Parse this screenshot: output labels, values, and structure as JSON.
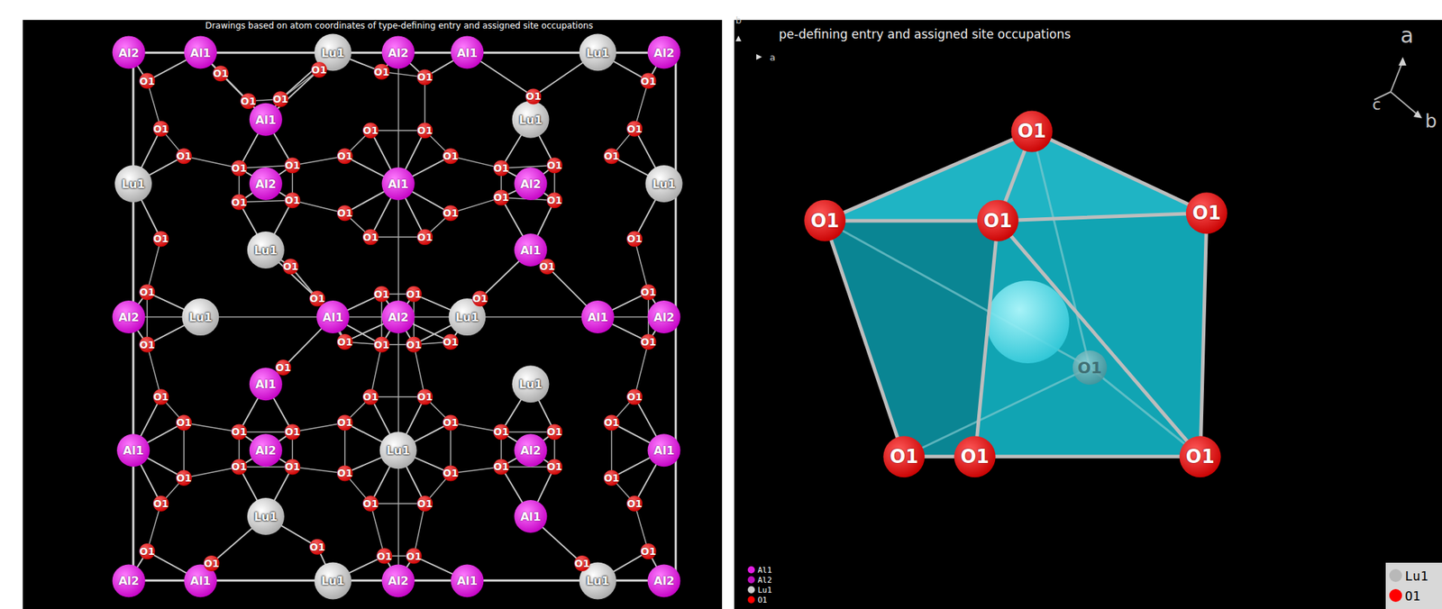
{
  "diagram": {
    "title": "Drawings based on atom coordinates of type-defining entry and assigned site occupations",
    "labels": [
      "pe-defining entry and assigned site occupations",
      "b",
      "a",
      "Al2",
      "Al1",
      "Lu1",
      "Al2",
      "Al1",
      "Lu1",
      "Al2",
      "Al1",
      "Lu1",
      "Lu1",
      "Al2",
      "Al1",
      "Al2",
      "Lu1",
      "Lu1",
      "Al1",
      "Al2",
      "Lu1",
      "Al1",
      "Al2",
      "Lu1",
      "Al1",
      "Al2",
      "Al1",
      "Lu1",
      "Al1",
      "Al2",
      "Lu1",
      "Al2",
      "Al1",
      "Lu1",
      "Al1",
      "Al2",
      "Al1",
      "Lu1",
      "Al2",
      "Al1",
      "Lu1",
      "Al2",
      "O1",
      "O1",
      "O1",
      "O1",
      "O1",
      "O1",
      "O1",
      "O1",
      "O1",
      "O1",
      "O1",
      "O1",
      "O1",
      "O1",
      "O1",
      "O1",
      "O1",
      "O1",
      "O1",
      "O1",
      "O1",
      "O1",
      "O1",
      "O1",
      "O1",
      "O1",
      "O1",
      "O1",
      "O1",
      "O1",
      "O1",
      "O1",
      "O1",
      "O1",
      "O1",
      "O1",
      "O1",
      "O1",
      "O1",
      "O1",
      "O1",
      "O1",
      "O1",
      "O1",
      "O1",
      "O1",
      "O1",
      "O1",
      "O1",
      "O1",
      "O1",
      "O1",
      "O1",
      "O1",
      "O1",
      "O1",
      "O1",
      "O1",
      "O1",
      "O1",
      "O1",
      "O1",
      "O1",
      "O1",
      "O1",
      "O1",
      "O1",
      "O1",
      "O1",
      "O1",
      "O1",
      "O1",
      "O1",
      "O1",
      "O1",
      "O1",
      "O1",
      "O1",
      "O1",
      "O1",
      "O1",
      "O1",
      "O1",
      "O1",
      "O1",
      "a",
      "c",
      "b"
    ],
    "legend": [
      {
        "text": "Al1",
        "color": "#e31ee3"
      },
      {
        "text": "Al2",
        "color": "#c010c0"
      },
      {
        "text": "Lu1",
        "color": "#d0d0d0"
      },
      {
        "text": "O1",
        "color": "#ff0000"
      },
      {
        "text": "Lu1",
        "color": "#b8b8b8"
      },
      {
        "text": "O1",
        "color": "#ff0000"
      }
    ]
  }
}
